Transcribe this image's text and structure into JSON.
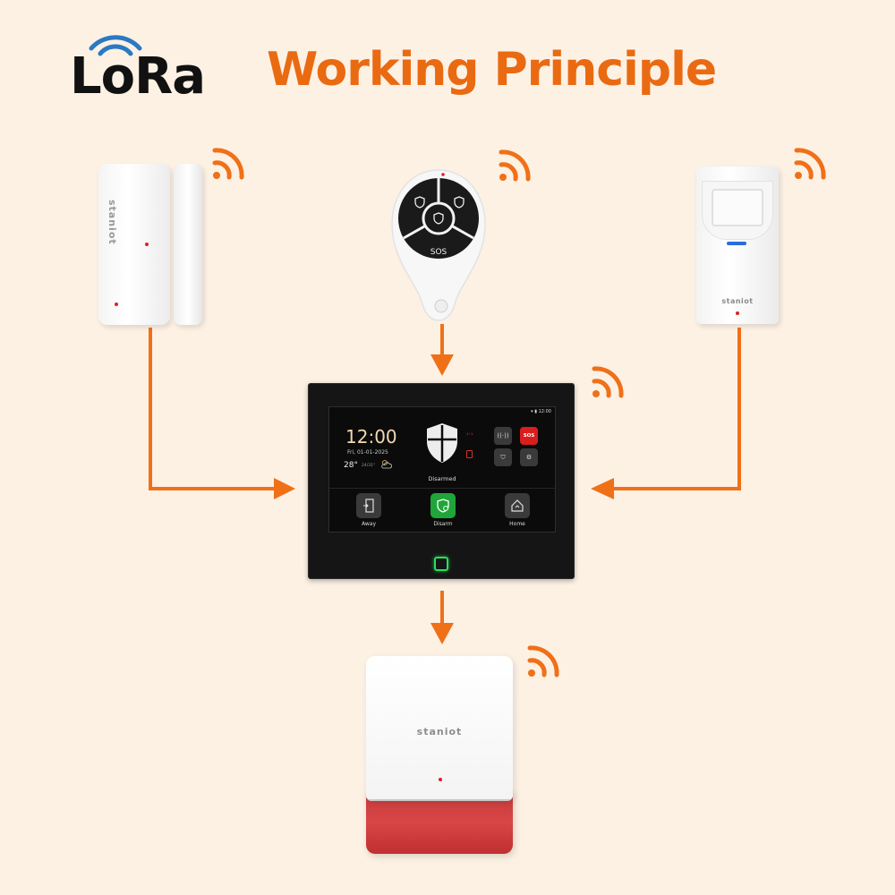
{
  "header": {
    "logo_text": "LoRa",
    "title": "Working Principle"
  },
  "colors": {
    "accent": "#ea6a12",
    "arrow": "#f07018",
    "logo_arcs": "#2a79c2",
    "background": "#fdf1e4"
  },
  "devices": {
    "door_sensor": {
      "brand": "staniot",
      "icon": "wifi-signal-icon"
    },
    "remote": {
      "button_label": "SOS",
      "icon": "wifi-signal-icon"
    },
    "pir_sensor": {
      "brand": "staniot",
      "icon": "wifi-signal-icon"
    },
    "siren": {
      "brand": "staniot",
      "icon": "wifi-signal-icon"
    }
  },
  "hub": {
    "status_time": "12:00",
    "clock": "12:00",
    "date": "Fri, 01-01-2025",
    "temperature": "28°",
    "temp_range": "24/31°",
    "status": "Disarmed",
    "sos_label": "SOS",
    "modes": [
      {
        "label": "Away",
        "active": false
      },
      {
        "label": "Disarm",
        "active": true
      },
      {
        "label": "Home",
        "active": false
      }
    ]
  }
}
